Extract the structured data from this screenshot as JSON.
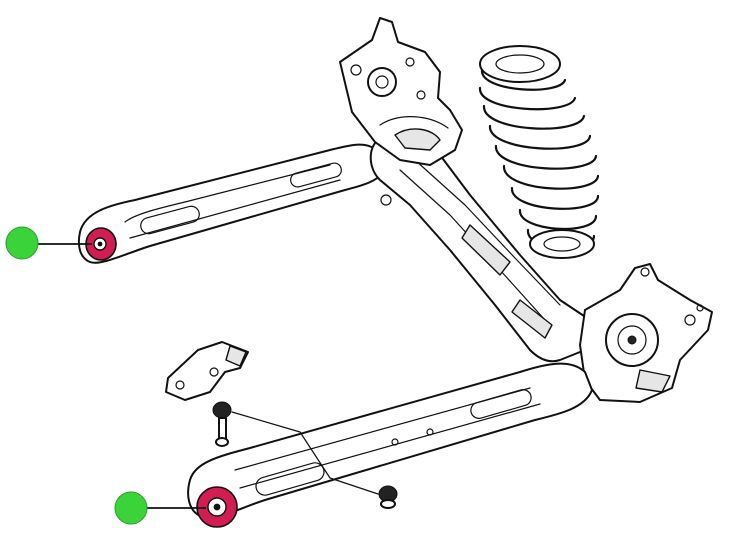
{
  "diagram": {
    "subject": "rear-suspension-crossmember",
    "colors": {
      "bushing_highlight": "#d11d52",
      "callout_marker": "#3ad33a",
      "linework": "#111111",
      "background": "#ffffff"
    },
    "callouts": [
      {
        "target": "upper-trailing-arm-bushing",
        "marker": "green-dot"
      },
      {
        "target": "lower-trailing-arm-bushing",
        "marker": "green-dot"
      }
    ]
  }
}
